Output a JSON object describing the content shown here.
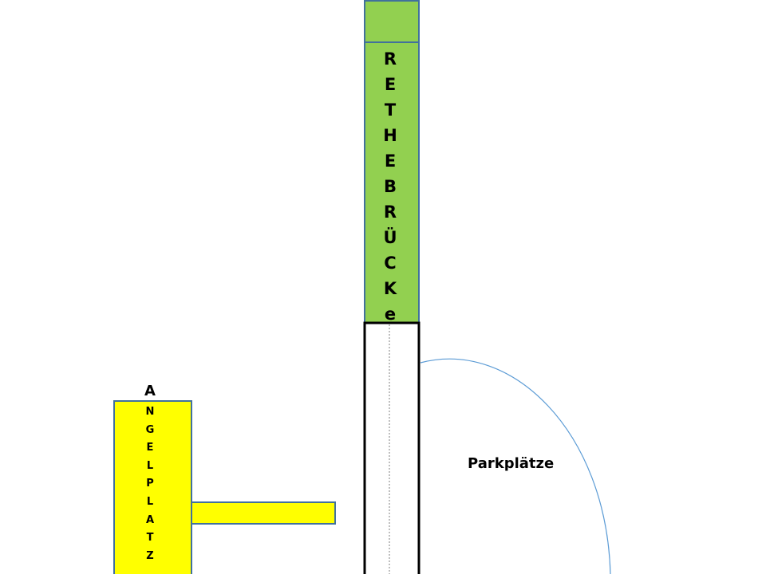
{
  "bridge": {
    "label_letters": [
      "R",
      "E",
      "T",
      "H",
      "E",
      "B",
      "R",
      "Ü",
      "C",
      "K",
      "e"
    ],
    "fill_color": "#92d050",
    "border_color": "#41719c"
  },
  "fishing_spot": {
    "label_letters": [
      "A",
      "N",
      "G",
      "E",
      "L",
      "P",
      "L",
      "A",
      "T",
      "Z"
    ],
    "fill_color": "#ffff00",
    "border_color": "#41719c"
  },
  "parking": {
    "label": "Parkplätze",
    "curve_color": "#5b9bd5"
  },
  "road": {
    "border_color": "#000000",
    "centerline_color": "#7f7f7f"
  }
}
